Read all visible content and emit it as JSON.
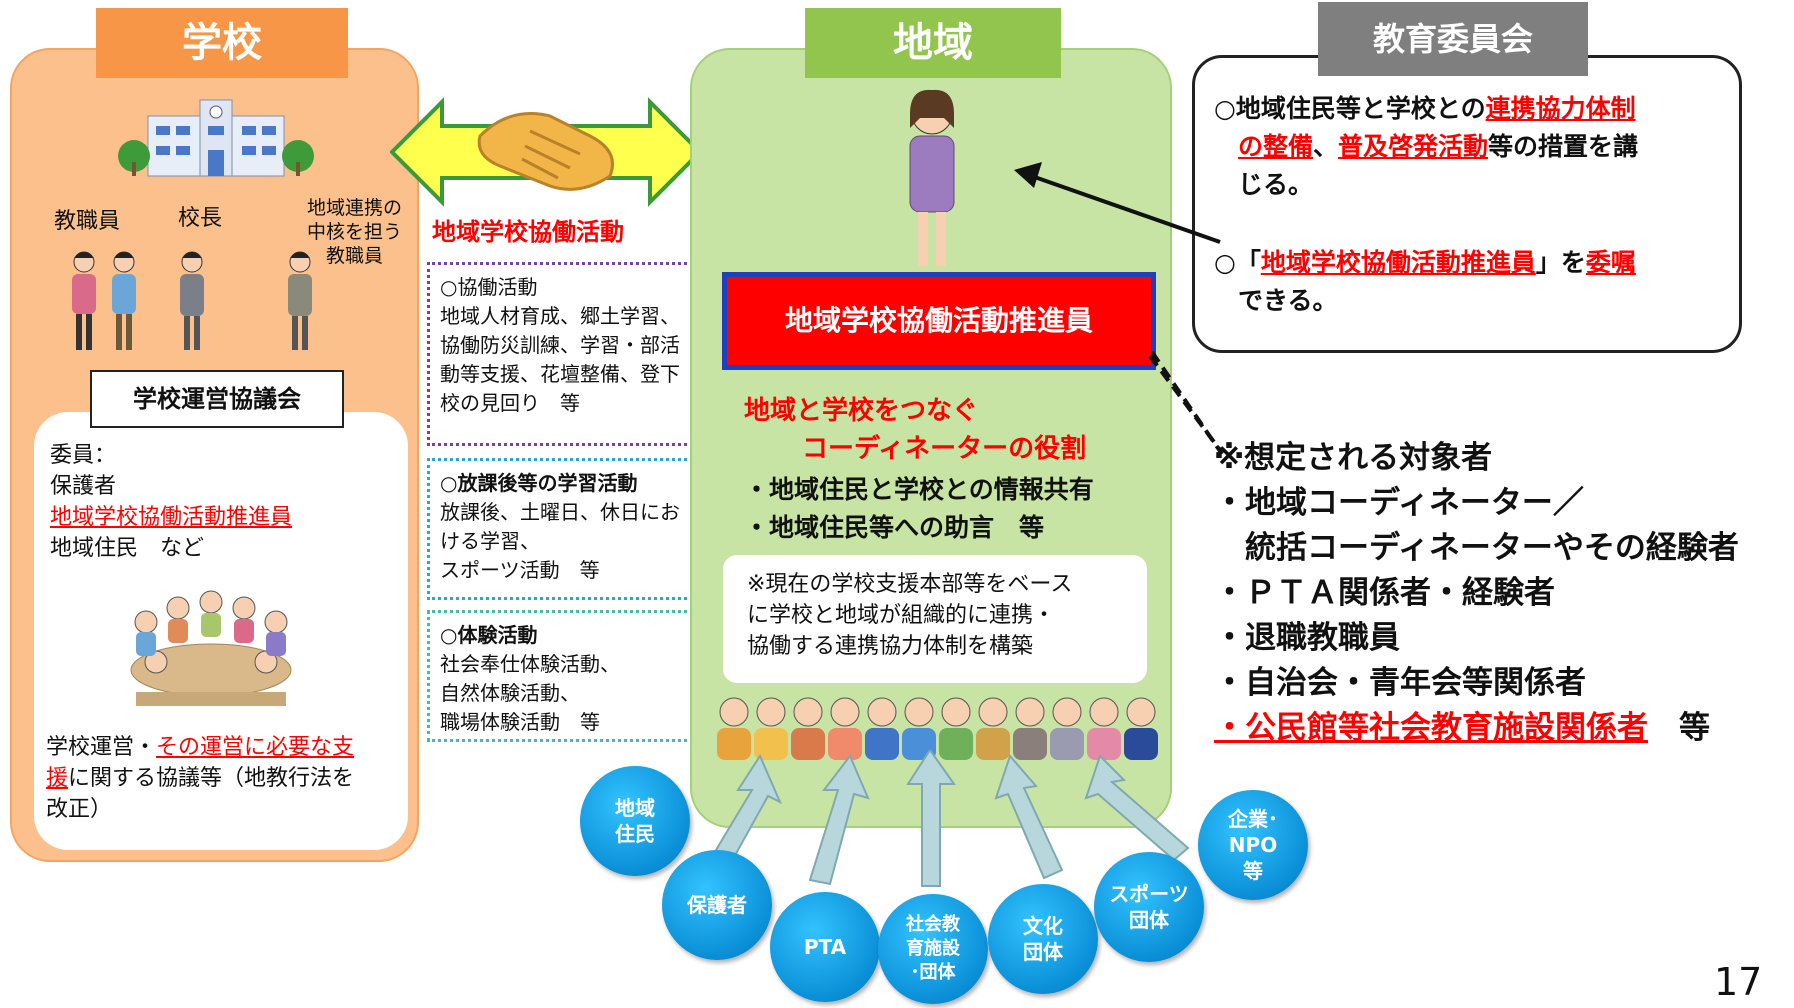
{
  "school": {
    "title": "学校",
    "staff_label": "教職員",
    "principal_label": "校長",
    "core_staff_label": [
      "地域連携の",
      "中核を担う",
      "教職員"
    ],
    "council_label": "学校運営協議会",
    "members_heading": "委員：",
    "members": [
      "保護者",
      "地域学校協働活動推進員",
      "地域住民　など"
    ],
    "council_desc_prefix": "学校運営・",
    "council_desc_red": "その運営に必要な支",
    "council_desc_red2": "援",
    "council_desc_suffix": "に関する協議等（地教行法を",
    "council_desc_suffix2": "改正）"
  },
  "collab": {
    "label": "地域学校協働活動",
    "box1": {
      "title": "○協働活動",
      "lines": [
        "地域人材育成、郷土学習、",
        "協働防災訓練、学習・部活",
        "動等支援、花壇整備、登下",
        "校の見回り　等"
      ]
    },
    "box2": {
      "title": "○放課後等の学習活動",
      "lines": [
        "放課後、土曜日、休日にお",
        "ける学習、",
        "スポーツ活動　等"
      ]
    },
    "box3": {
      "title": "○体験活動",
      "lines": [
        "社会奉仕体験活動、",
        "自然体験活動、",
        "職場体験活動　等"
      ]
    }
  },
  "region": {
    "title": "地域",
    "promoter": "地域学校協働活動推進員",
    "role_line1": "地域と学校をつなぐ",
    "role_line2": "コーディネーターの役割",
    "bullet1": "・地域住民と学校との情報共有",
    "bullet2": "・地域住民等への助言　等",
    "note": [
      "※現在の学校支援本部等をベース",
      "に学校と地域が組織的に連携・",
      "協働する連携協力体制を構築"
    ]
  },
  "board": {
    "title": "教育委員会",
    "p1_a": "○地域住民等と学校との",
    "p1_red1": "連携協力体制",
    "p1_red2": "の整備",
    "p1_b": "、",
    "p1_red3": "普及啓発活動",
    "p1_c": "等の措置を講",
    "p1_d": "じる。",
    "p2_a": "○「",
    "p2_red1": "地域学校協働活動推進員",
    "p2_b": "」を",
    "p2_red2": "委嘱",
    "p2_c": "できる。"
  },
  "targets": {
    "heading": "※想定される対象者",
    "items": [
      "・地域コーディネーター／",
      "　統括コーディネーターやその経験者",
      "・ＰＴＡ関係者・経験者",
      "・退職教職員",
      "・自治会・青年会等関係者"
    ],
    "last_red": "・公民館等社会教育施設関係者",
    "last_suffix": "　等"
  },
  "groups": [
    {
      "label": [
        "地域",
        "住民"
      ]
    },
    {
      "label": [
        "保護者"
      ]
    },
    {
      "label": [
        "PTA"
      ]
    },
    {
      "label": [
        "社会教",
        "育施設",
        "･団体"
      ]
    },
    {
      "label": [
        "文化",
        "団体"
      ]
    },
    {
      "label": [
        "スポーツ",
        "団体"
      ]
    },
    {
      "label": [
        "企業･",
        "NPO",
        "等"
      ]
    }
  ],
  "page_number": "17",
  "colors": {
    "school_bg": "#fcc08c",
    "school_title": "#f79646",
    "region_bg": "#c8e4a4",
    "region_title": "#92c54e",
    "board_title": "#7f7f7f",
    "promoter_bg": "#ff0000",
    "circle": "#0a8fd6"
  }
}
